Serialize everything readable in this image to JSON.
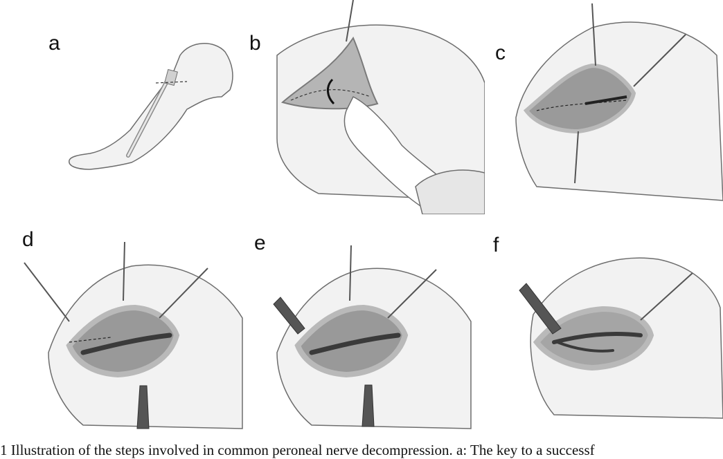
{
  "panels": [
    {
      "label": "a"
    },
    {
      "label": "b"
    },
    {
      "label": "c"
    },
    {
      "label": "d"
    },
    {
      "label": "e"
    },
    {
      "label": "f"
    }
  ],
  "caption": "1   Illustration of the steps involved in common peroneal nerve decompression.    a: The key to a successf",
  "colors": {
    "skin": "#f1f1f1",
    "skin_edge": "#6d6d6d",
    "wound_edge": "#b9b9b9",
    "muscle": "#8f8f8f",
    "nerve": "#3a3a3a",
    "retractor": "#555555"
  }
}
